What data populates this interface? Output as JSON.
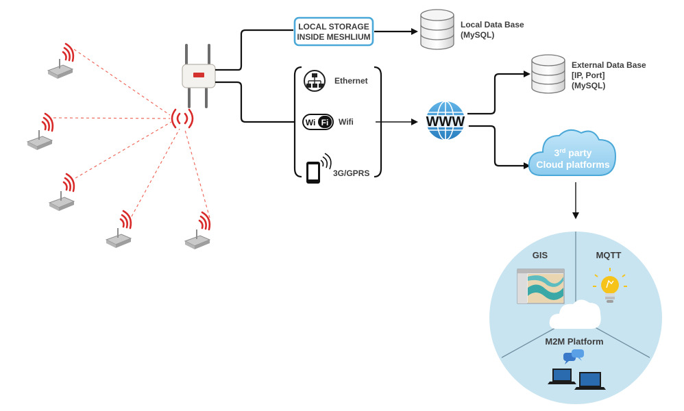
{
  "storage_box": {
    "line1": "LOCAL STORAGE",
    "line2": "INSIDE MESHLIUM"
  },
  "local_db": {
    "line1": "Local Data Base",
    "line2": "(MySQL)"
  },
  "external_db": {
    "line1": "External Data Base",
    "line2": "[IP, Port]",
    "line3": "(MySQL)"
  },
  "connections": {
    "ethernet": "Ethernet",
    "wifi": "Wifi",
    "gprs": "3G/GPRS",
    "wifi_logo_a": "Wi",
    "wifi_logo_b": "Fi"
  },
  "www": {
    "label": "WWW"
  },
  "cloud": {
    "line1_pre": "3",
    "line1_sup": "rd",
    "line1_post": " party",
    "line2": "Cloud platforms"
  },
  "platforms": {
    "gis": "GIS",
    "mqtt": "MQTT",
    "m2m": "M2M Platform"
  },
  "colors": {
    "accent_blue": "#4aa8d8",
    "cloud_blue": "#a9d8f2",
    "circle_blue": "#c9e4f1",
    "signal_red": "#d92a2a"
  }
}
